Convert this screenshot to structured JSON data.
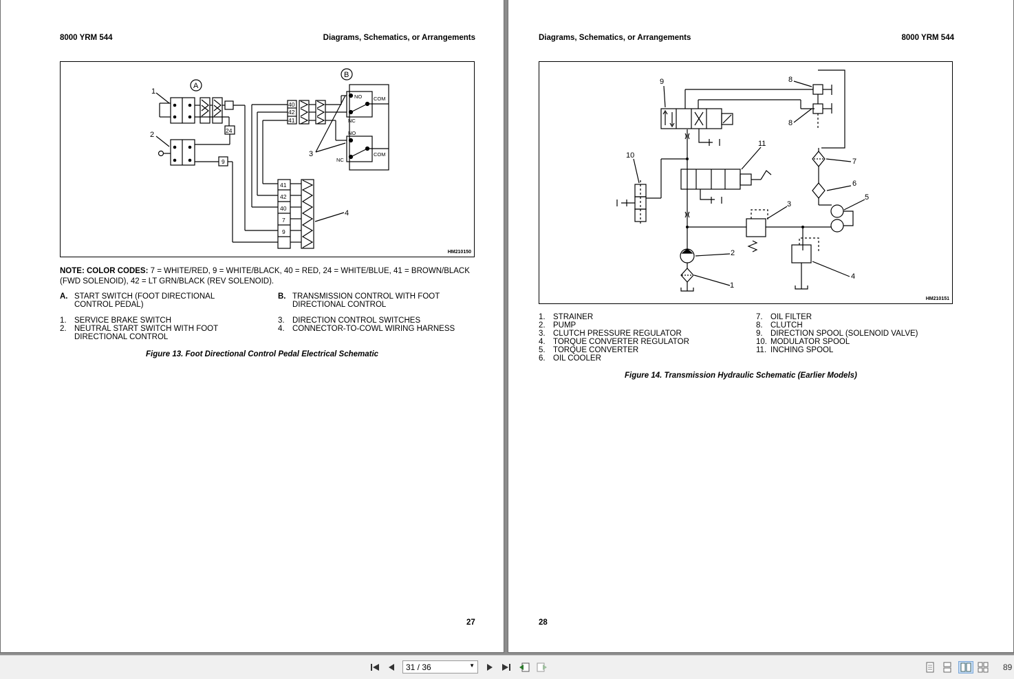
{
  "left_page": {
    "header_left": "8000 YRM 544",
    "header_right": "Diagrams, Schematics, or Arrangements",
    "figure_id": "HM210150",
    "diagram_labels": {
      "a": "A",
      "b": "B",
      "n1": "1",
      "n2": "2",
      "n3": "3",
      "n4": "4",
      "w24": "24",
      "w9": "9",
      "c40": "40",
      "c42": "42",
      "c41": "41",
      "no1": "NO",
      "com1": "COM",
      "nc1": "NC",
      "no2": "NO",
      "nc2": "NC",
      "com2": "COM",
      "h41": "41",
      "h42": "42",
      "h40": "40",
      "h7": "7",
      "h9": "9"
    },
    "note_label": "NOTE: COLOR CODES:",
    "note_text": " 7 = WHITE/RED, 9 = WHITE/BLACK, 40 = RED, 24 = WHITE/BLUE, 41 = BROWN/BLACK (FWD SOLENOID), 42 = LT GRN/BLACK (REV SOLENOID).",
    "legend_letters": [
      {
        "key": "A.",
        "text": "START SWITCH (FOOT DIRECTIONAL CONTROL PEDAL)"
      },
      {
        "key": "B.",
        "text": "TRANSMISSION CONTROL WITH FOOT DIRECTIONAL CONTROL"
      }
    ],
    "legend_left": [
      {
        "key": "1.",
        "text": "SERVICE BRAKE SWITCH"
      },
      {
        "key": "2.",
        "text": "NEUTRAL START SWITCH WITH FOOT DIRECTIONAL CONTROL"
      }
    ],
    "legend_right": [
      {
        "key": "3.",
        "text": "DIRECTION CONTROL SWITCHES"
      },
      {
        "key": "4.",
        "text": "CONNECTOR-TO-COWL WIRING HARNESS"
      }
    ],
    "caption": "Figure 13.  Foot Directional Control Pedal Electrical Schematic",
    "page_number": "27"
  },
  "right_page": {
    "header_left": "Diagrams, Schematics, or Arrangements",
    "header_right": "8000 YRM 544",
    "figure_id": "HM210151",
    "diagram_labels": {
      "n9": "9",
      "n8a": "8",
      "n8b": "8",
      "n10": "10",
      "n11": "11",
      "n7": "7",
      "n6": "6",
      "n5": "5",
      "n3": "3",
      "n2": "2",
      "n1": "1",
      "n4": "4"
    },
    "legend_left": [
      {
        "key": "1.",
        "text": "STRAINER"
      },
      {
        "key": "2.",
        "text": "PUMP"
      },
      {
        "key": "3.",
        "text": "CLUTCH PRESSURE REGULATOR"
      },
      {
        "key": "4.",
        "text": "TORQUE CONVERTER REGULATOR"
      },
      {
        "key": "5.",
        "text": "TORQUE CONVERTER"
      },
      {
        "key": "6.",
        "text": "OIL COOLER"
      }
    ],
    "legend_right": [
      {
        "key": "7.",
        "text": "OIL FILTER"
      },
      {
        "key": "8.",
        "text": "CLUTCH"
      },
      {
        "key": "9.",
        "text": "DIRECTION SPOOL (SOLENOID VALVE)"
      },
      {
        "key": "10.",
        "text": "MODULATOR SPOOL"
      },
      {
        "key": "11.",
        "text": "INCHING SPOOL"
      }
    ],
    "caption": "Figure 14.  Transmission Hydraulic Schematic (Earlier Models)",
    "page_number": "28"
  },
  "toolbar": {
    "page_indicator": "31 / 36",
    "zoom": "89",
    "icons": [
      "first-page-icon",
      "previous-page-icon",
      "next-page-icon",
      "last-page-icon",
      "go-back-view-icon",
      "go-forward-view-icon",
      "single-page-view-icon",
      "continuous-view-icon",
      "facing-view-icon",
      "facing-continuous-view-icon"
    ]
  }
}
